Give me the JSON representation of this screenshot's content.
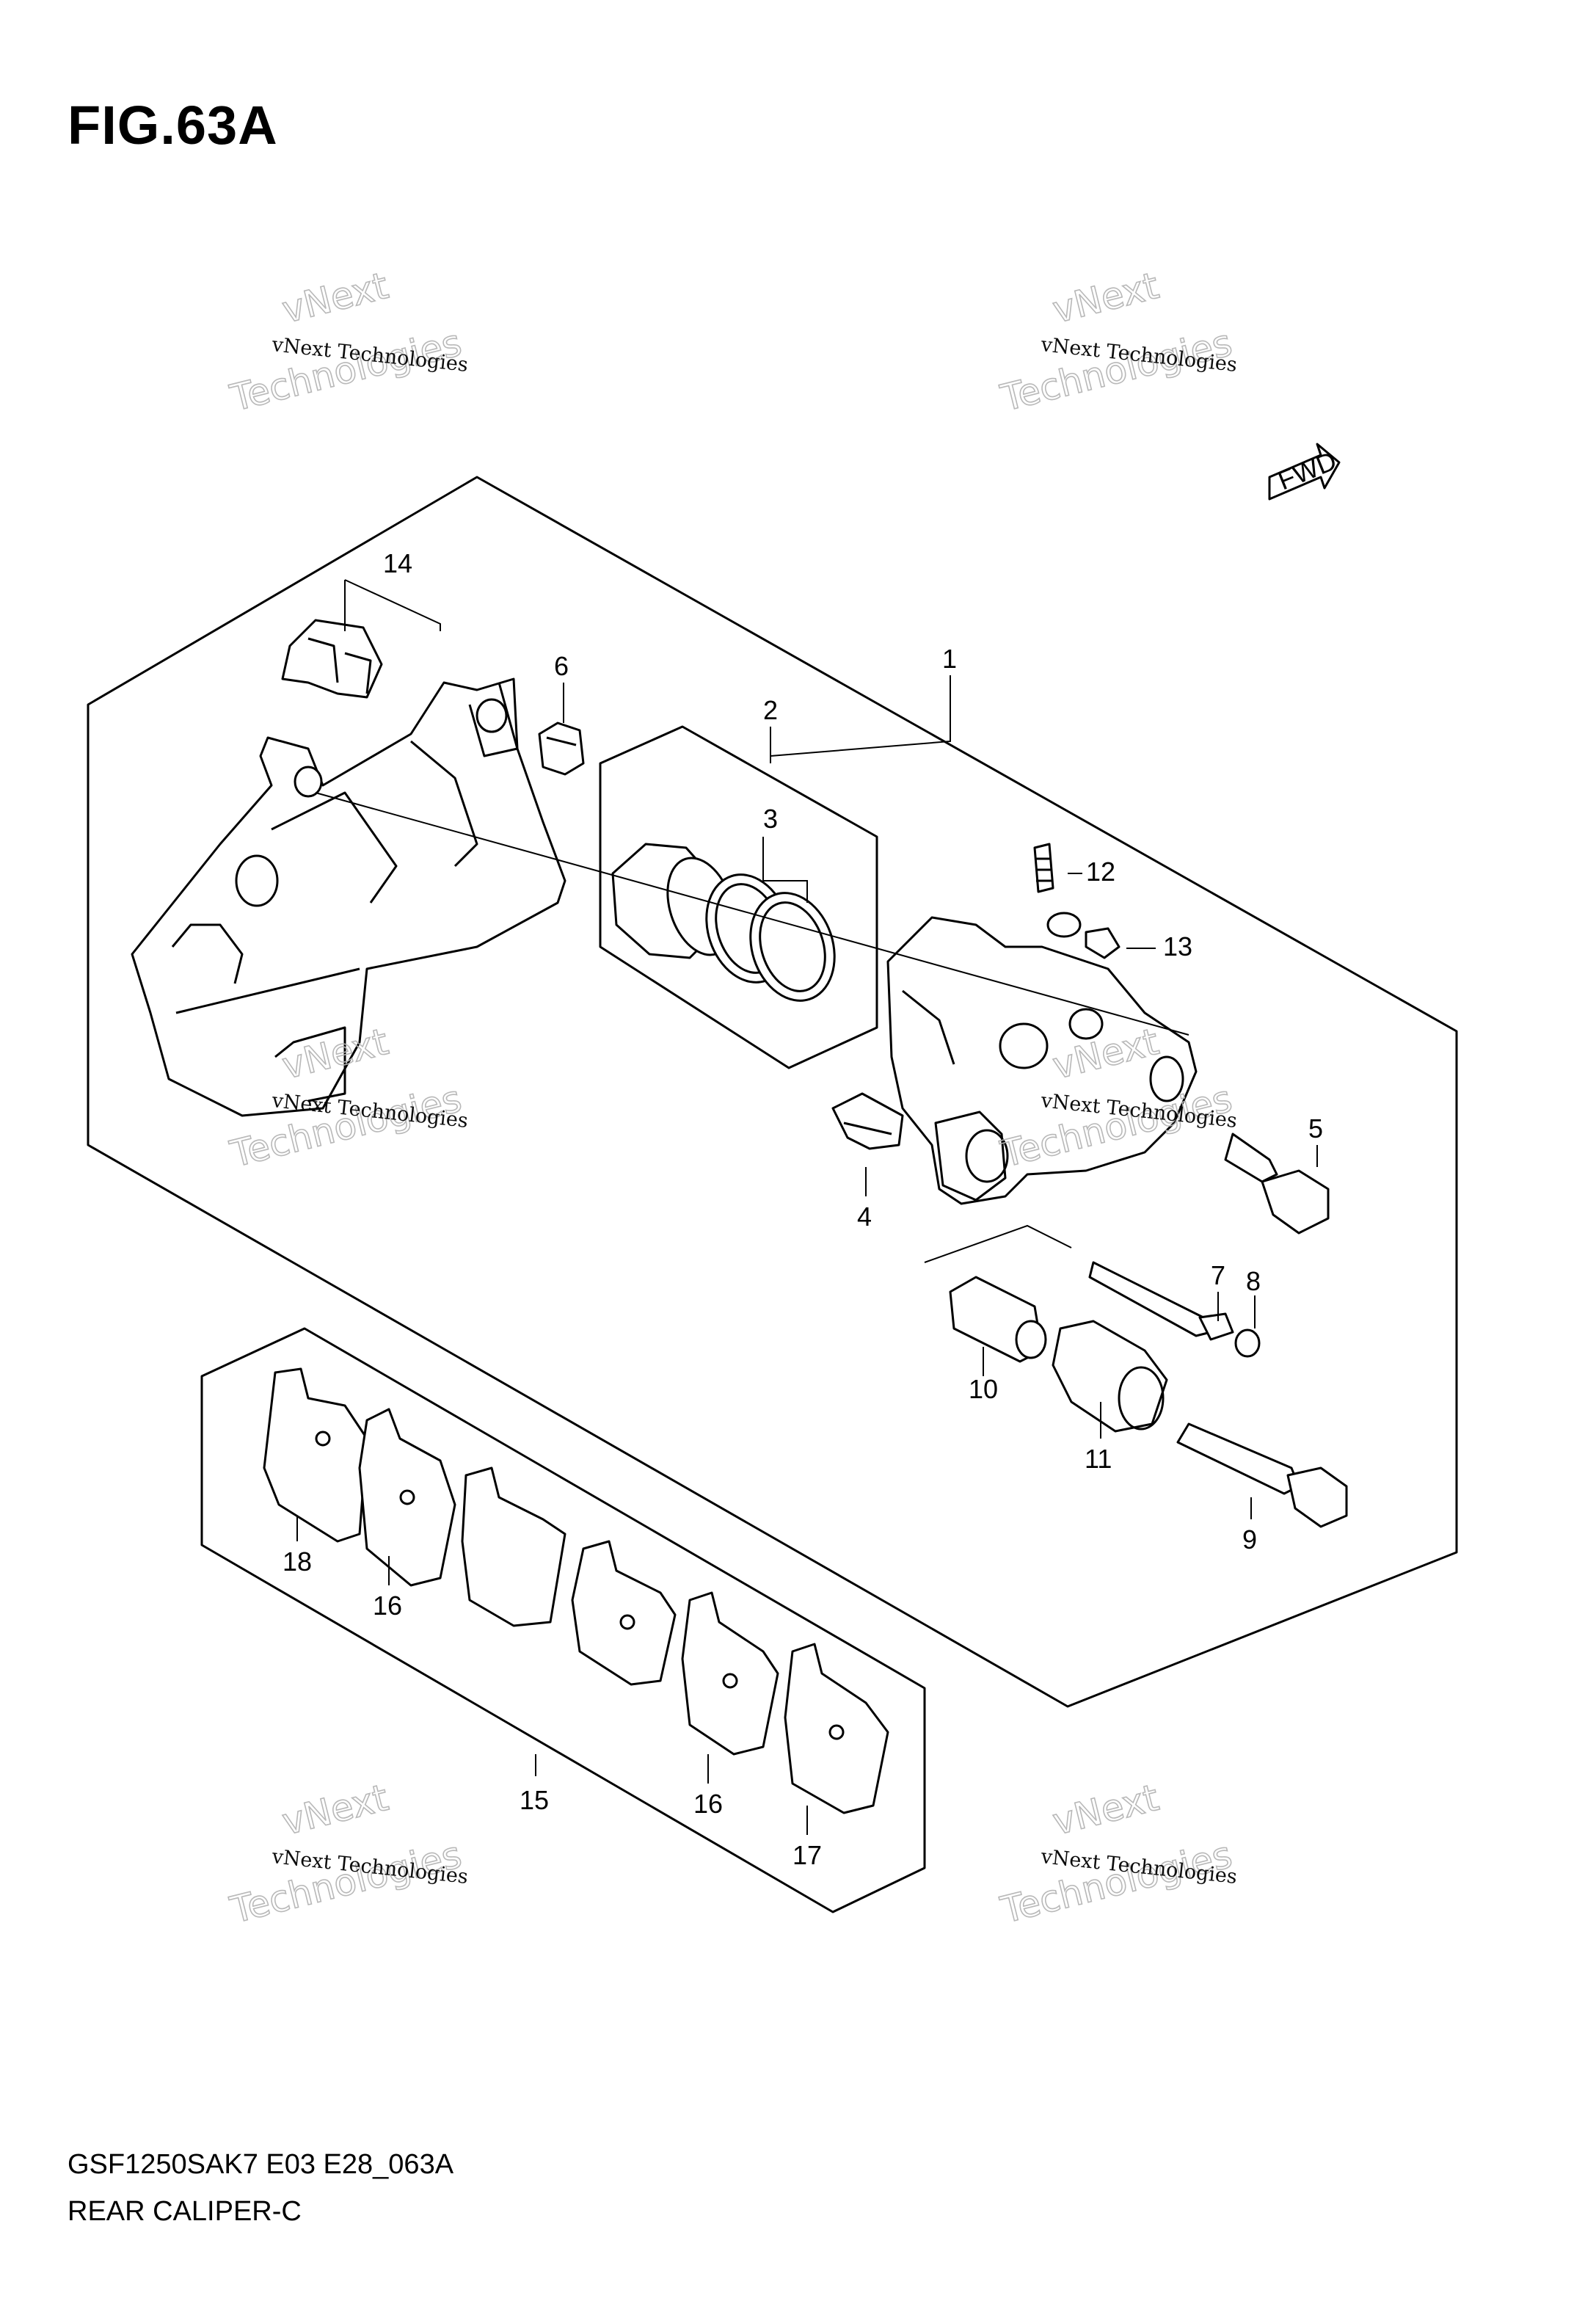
{
  "figure": {
    "title": "FIG.63A"
  },
  "footer": {
    "code": "GSF1250SAK7 E03 E28_063A",
    "name": "REAR CALIPER-C"
  },
  "fwd_label": "FWD",
  "watermark": {
    "line1": "vNext Technologies",
    "line2": "vNext",
    "line3": "Technologies"
  },
  "callouts": [
    "1",
    "2",
    "3",
    "4",
    "5",
    "6",
    "7",
    "8",
    "9",
    "10",
    "11",
    "12",
    "13",
    "14",
    "15",
    "16",
    "16",
    "17",
    "18"
  ]
}
